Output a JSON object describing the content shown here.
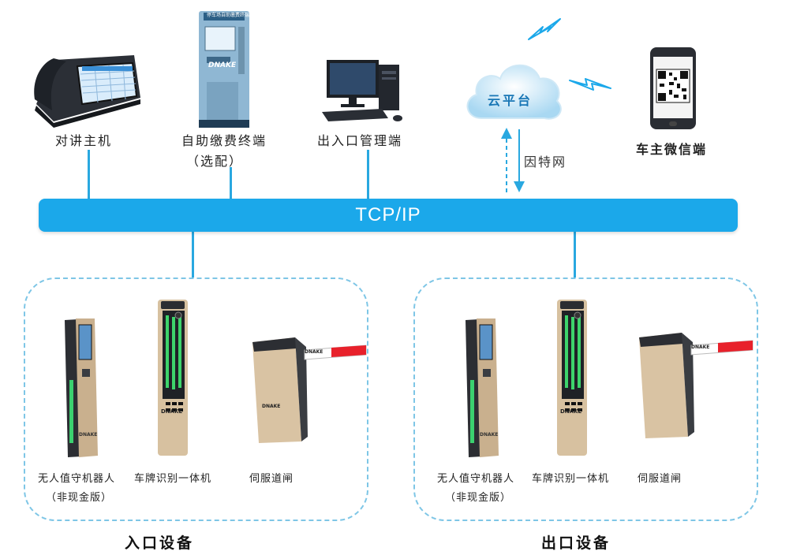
{
  "network": {
    "bus_label": "TCP/IP",
    "internet_label": "因特网"
  },
  "top_devices": {
    "intercom_host": "对讲主机",
    "self_service_line1": "自助缴费终端",
    "self_service_line2": "（选配）",
    "kiosk_header": "停车场自助缴费终端",
    "kiosk_brand": "DNAKE",
    "entry_exit_terminal": "出入口管理端",
    "cloud_platform": "云平台",
    "wechat_terminal": "车主微信端"
  },
  "entrance": {
    "zone_label": "入口设备",
    "robot_line1": "无人值守机器人",
    "robot_line2": "（非现金版）",
    "lpr_unit": "车牌识别一体机",
    "barrier_gate": "伺服道闸",
    "brand": "DNAKE"
  },
  "exit": {
    "zone_label": "出口设备",
    "robot_line1": "无人值守机器人",
    "robot_line2": "（非现金版）",
    "lpr_unit": "车牌识别一体机",
    "barrier_gate": "伺服道闸",
    "brand": "DNAKE"
  },
  "colors": {
    "bus": "#1ba8ea",
    "connector": "#29a8e0",
    "zone_border": "#7ec6e6",
    "barrier_red": "#e8212b"
  }
}
